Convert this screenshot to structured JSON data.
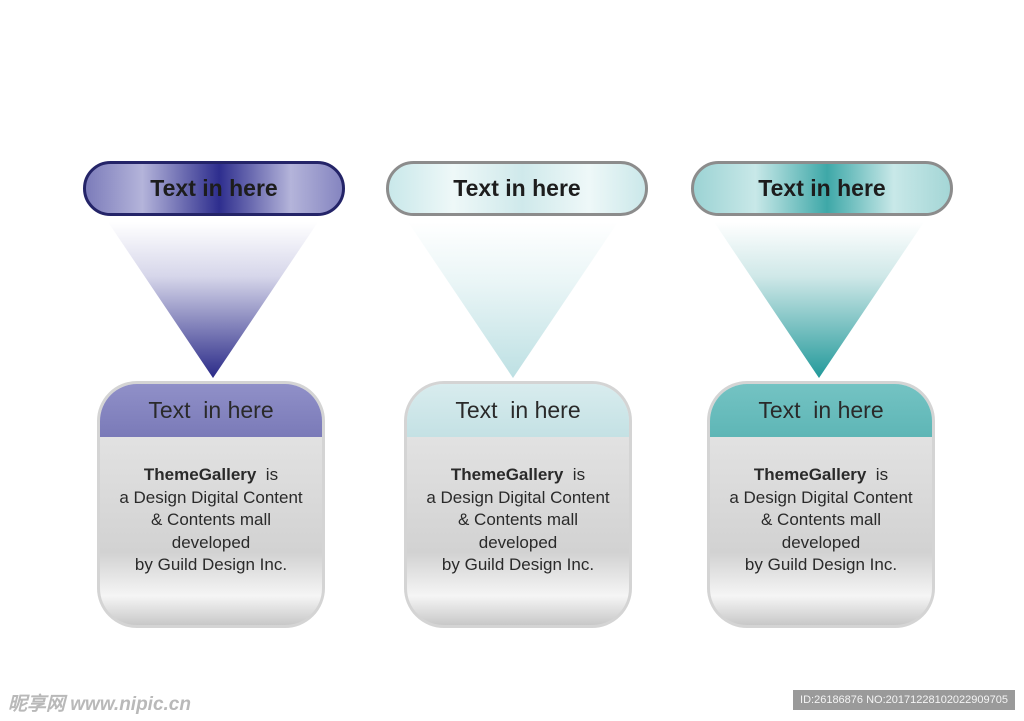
{
  "columns": [
    {
      "pill_label": "Text in here",
      "card_title": "Text  in here",
      "card_lead": "ThemeGallery",
      "card_lead_suffix": "  is",
      "card_lines": [
        "a Design Digital Content",
        "& Contents mall",
        "developed",
        "by Guild Design Inc."
      ],
      "color": "#2e2e8e"
    },
    {
      "pill_label": "Text in here",
      "card_title": "Text  in here",
      "card_lead": "ThemeGallery",
      "card_lead_suffix": "  is",
      "card_lines": [
        "a Design Digital Content",
        "& Contents mall",
        "developed",
        "by Guild Design Inc."
      ],
      "color": "#cfe9eb"
    },
    {
      "pill_label": "Text in here",
      "card_title": "Text  in here",
      "card_lead": "ThemeGallery",
      "card_lead_suffix": "  is",
      "card_lines": [
        "a Design Digital Content",
        "& Contents mall",
        "developed",
        "by Guild Design Inc."
      ],
      "color": "#3ea8a8"
    }
  ],
  "watermark": {
    "left": "昵享网 www.nipic.cn",
    "right": "ID:26186876 NO:20171228102022909705"
  }
}
